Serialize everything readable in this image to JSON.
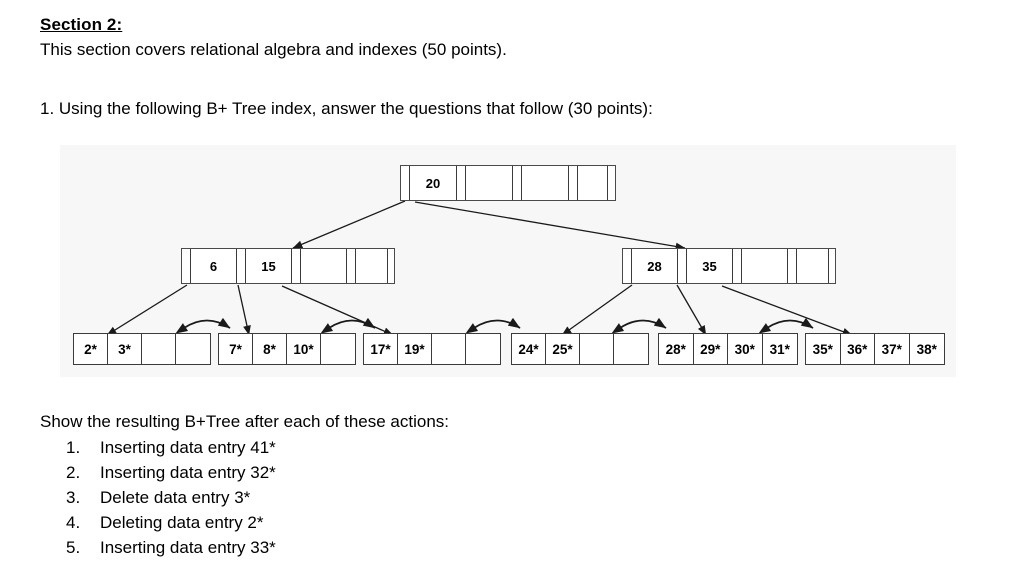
{
  "header": {
    "section_heading": "Section 2:",
    "section_subtitle": "This section covers relational algebra and indexes (50 points).",
    "question": "1. Using the following B+ Tree index, answer the questions that follow (30 points):"
  },
  "diagram": {
    "name": "b-plus-tree-index",
    "root": {
      "name": "root-node",
      "keys": [
        "20",
        "",
        "",
        ""
      ],
      "cells": [
        "",
        "20",
        "",
        "",
        "",
        "",
        "",
        "",
        ""
      ]
    },
    "internal_left": {
      "name": "internal-node-left",
      "cells": [
        "",
        "6",
        "",
        "15",
        "",
        "",
        "",
        "",
        ""
      ]
    },
    "internal_right": {
      "name": "internal-node-right",
      "cells": [
        "",
        "28",
        "",
        "35",
        "",
        "",
        "",
        "",
        ""
      ]
    },
    "leaves": [
      {
        "name": "leaf-node-1",
        "cells": [
          "2*",
          "3*",
          "",
          ""
        ]
      },
      {
        "name": "leaf-node-2",
        "cells": [
          "7*",
          "8*",
          "10*",
          ""
        ]
      },
      {
        "name": "leaf-node-3",
        "cells": [
          "17*",
          "19*",
          "",
          ""
        ]
      },
      {
        "name": "leaf-node-4",
        "cells": [
          "24*",
          "25*",
          "",
          ""
        ]
      },
      {
        "name": "leaf-node-5",
        "cells": [
          "28*",
          "29*",
          "30*",
          "31*"
        ]
      },
      {
        "name": "leaf-node-6",
        "cells": [
          "35*",
          "36*",
          "37*",
          "38*"
        ]
      }
    ]
  },
  "footer": {
    "prompt": "Show the resulting B+Tree after each of these actions:",
    "actions": [
      {
        "num": "1.",
        "text": "Inserting data entry 41*"
      },
      {
        "num": "2.",
        "text": "Inserting data entry 32*"
      },
      {
        "num": "3.",
        "text": "Delete data entry 3*"
      },
      {
        "num": "4.",
        "text": "Deleting data entry 2*"
      },
      {
        "num": "5.",
        "text": "Inserting data entry 33*"
      }
    ]
  },
  "colors": {
    "panel_background": "#f7f7f7",
    "node_border": "#3b3b3b",
    "page_background": "#ffffff",
    "text": "#000000"
  }
}
